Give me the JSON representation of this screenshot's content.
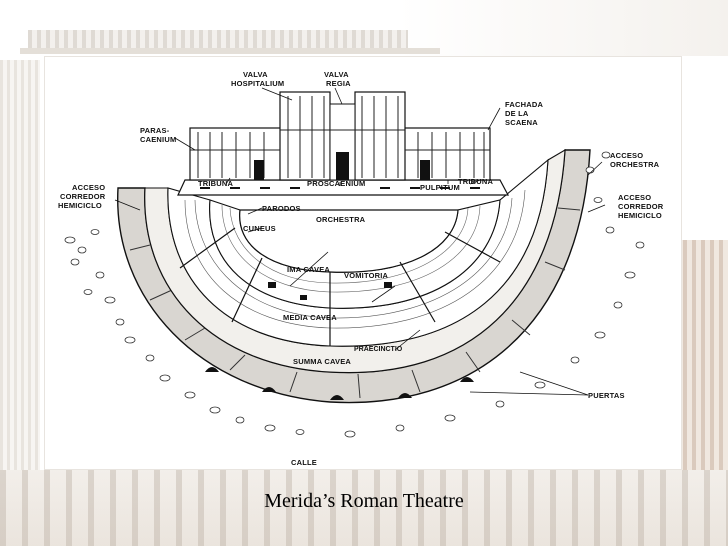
{
  "caption": "Merida’s Roman Theatre",
  "labels": {
    "valva_hospitalium_1": "VALVA",
    "valva_hospitalium_2": "HOSPITALIUM",
    "valva_regia_1": "VALVA",
    "valva_regia_2": "REGIA",
    "fachada_1": "FACHADA",
    "fachada_2": "DE LA",
    "fachada_3": "SCAENA",
    "parascaenium_1": "PARAS-",
    "parascaenium_2": "CAENIUM",
    "acceso_orchestra_1": "ACCESO",
    "acceso_orchestra_2": "ORCHESTRA",
    "acceso_corredor_left_1": "ACCESO",
    "acceso_corredor_left_2": "CORREDOR",
    "acceso_corredor_left_3": "HEMICICLO",
    "acceso_corredor_right_1": "ACCESO",
    "acceso_corredor_right_2": "CORREDOR",
    "acceso_corredor_right_3": "HEMICICLO",
    "tribuna_left": "TRIBUNA",
    "tribuna_right": "TRIBUNA",
    "proscaenium": "PROSCAENIUM",
    "pulpitum": "PULPITUM",
    "parodos": "PARODOS",
    "cuneus": "CUNEUS",
    "orchestra": "ORCHESTRA",
    "ima_cavea": "IMA CAVEA",
    "vomitoria": "VOMITORIA",
    "media_cavea": "MEDIA CAVEA",
    "praecinctio": "PRAECINCTIO",
    "summa_cavea": "SUMMA CAVEA",
    "puertas": "PUERTAS",
    "calle": "CALLE"
  }
}
